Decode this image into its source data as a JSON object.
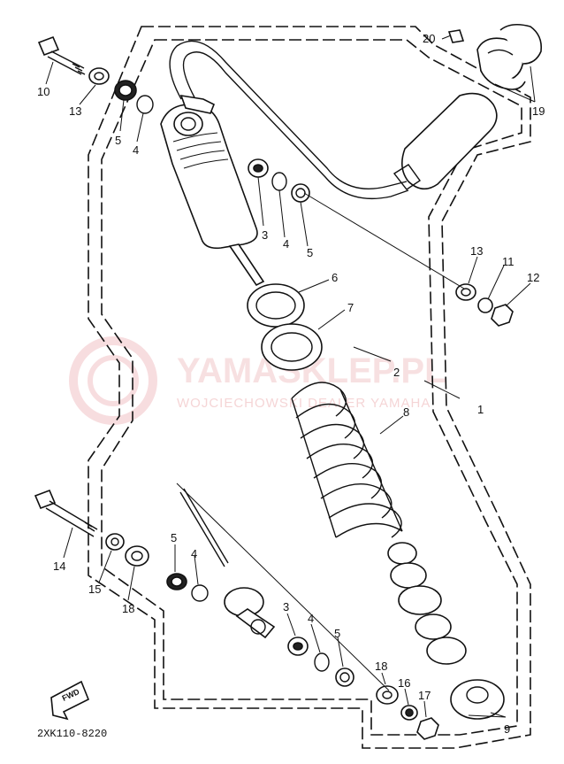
{
  "watermark": {
    "brand": "YAMASKLEP.PL",
    "subtitle": "WOJCIECHOWSKI DEALER YAMAHA"
  },
  "drawing_code": "2XK110-8220",
  "fwd_label": "FWD",
  "callouts": [
    {
      "id": "c10",
      "text": "10"
    },
    {
      "id": "c13a",
      "text": "13"
    },
    {
      "id": "c5a",
      "text": "5"
    },
    {
      "id": "c4a",
      "text": "4"
    },
    {
      "id": "c3a",
      "text": "3"
    },
    {
      "id": "c4b",
      "text": "4"
    },
    {
      "id": "c5b",
      "text": "5"
    },
    {
      "id": "c20",
      "text": "20"
    },
    {
      "id": "c19",
      "text": "19"
    },
    {
      "id": "c6",
      "text": "6"
    },
    {
      "id": "c7",
      "text": "7"
    },
    {
      "id": "c2",
      "text": "2"
    },
    {
      "id": "c13b",
      "text": "13"
    },
    {
      "id": "c11",
      "text": "11"
    },
    {
      "id": "c12",
      "text": "12"
    },
    {
      "id": "c1",
      "text": "1"
    },
    {
      "id": "c8",
      "text": "8"
    },
    {
      "id": "c14",
      "text": "14"
    },
    {
      "id": "c15",
      "text": "15"
    },
    {
      "id": "c18a",
      "text": "18"
    },
    {
      "id": "c5c",
      "text": "5"
    },
    {
      "id": "c4c",
      "text": "4"
    },
    {
      "id": "c3b",
      "text": "3"
    },
    {
      "id": "c4d",
      "text": "4"
    },
    {
      "id": "c5d",
      "text": "5"
    },
    {
      "id": "c18b",
      "text": "18"
    },
    {
      "id": "c16",
      "text": "16"
    },
    {
      "id": "c17",
      "text": "17"
    },
    {
      "id": "c9",
      "text": "9"
    }
  ]
}
